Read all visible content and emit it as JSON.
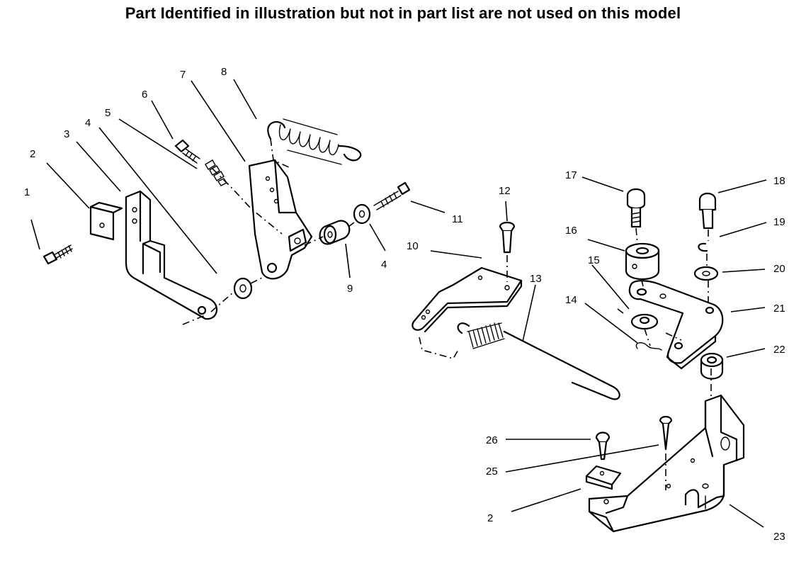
{
  "header": {
    "title": "Part Identified in illustration but not in part list are not used on this model"
  },
  "callouts": [
    "1",
    "2",
    "3",
    "4",
    "5",
    "6",
    "7",
    "8",
    "9",
    "4",
    "11",
    "12",
    "10",
    "13",
    "14",
    "15",
    "16",
    "17",
    "18",
    "19",
    "20",
    "21",
    "22",
    "26",
    "25",
    "2",
    "23"
  ]
}
